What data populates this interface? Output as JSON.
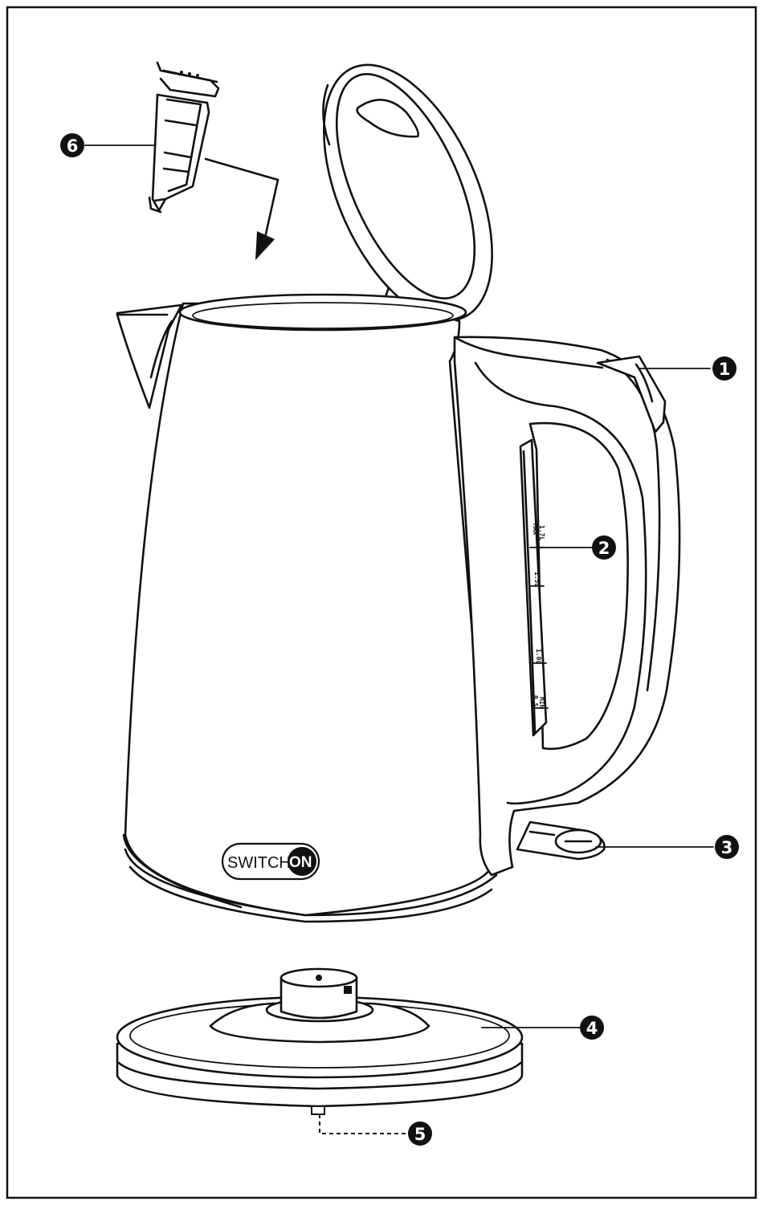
{
  "callouts": [
    {
      "number": "1",
      "part": "lid-release-button"
    },
    {
      "number": "2",
      "part": "water-level-window"
    },
    {
      "number": "3",
      "part": "on-off-switch"
    },
    {
      "number": "4",
      "part": "power-base"
    },
    {
      "number": "5",
      "part": "power-cord-outlet"
    },
    {
      "number": "6",
      "part": "limescale-filter"
    }
  ],
  "scale_marks": {
    "max_line1": "MAX",
    "max_line2": "1.7L",
    "mark_15": "1.5L",
    "mark_10": "1.0L",
    "min_line1": "0.5L",
    "min_line2": "MIN"
  },
  "logo": {
    "brand_prefix": "SWITCH",
    "brand_suffix": "ON"
  },
  "colors": {
    "line": "#111111",
    "background": "#ffffff",
    "badge": "#111111"
  }
}
